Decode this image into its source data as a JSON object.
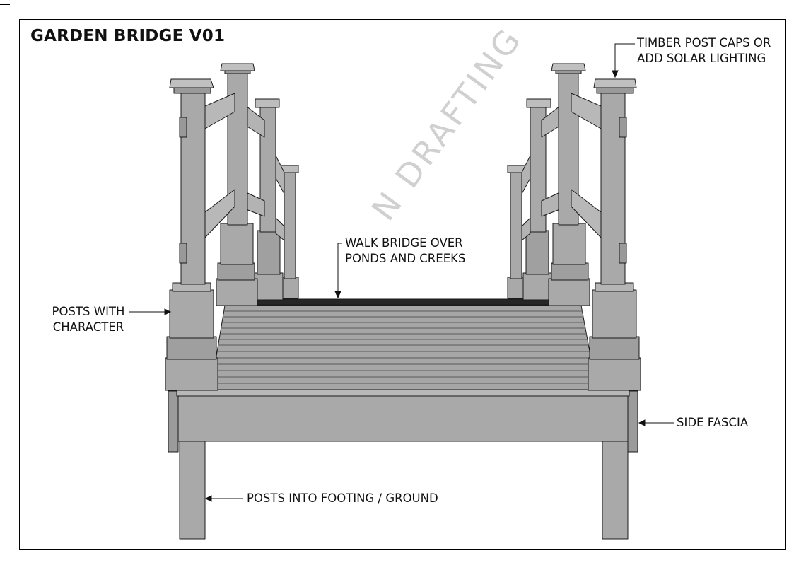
{
  "title": "GARDEN BRIDGE V01",
  "watermark": "N DRAFTING",
  "callouts": {
    "post_caps_line1": "TIMBER POST CAPS OR",
    "post_caps_line2": "ADD SOLAR LIGHTING",
    "walk_bridge_line1": "WALK BRIDGE OVER",
    "walk_bridge_line2": "PONDS AND CREEKS",
    "posts_character_line1": "POSTS WITH",
    "posts_character_line2": "CHARACTER",
    "side_fascia": "SIDE FASCIA",
    "posts_footing": "POSTS INTO FOOTING / GROUND"
  },
  "colors": {
    "timber": "#a9a9a9",
    "timber_light": "#bdbdbd",
    "timber_dark": "#8e8e8e",
    "deck_far_edge": "#262626",
    "outline": "#1a1a1a"
  }
}
